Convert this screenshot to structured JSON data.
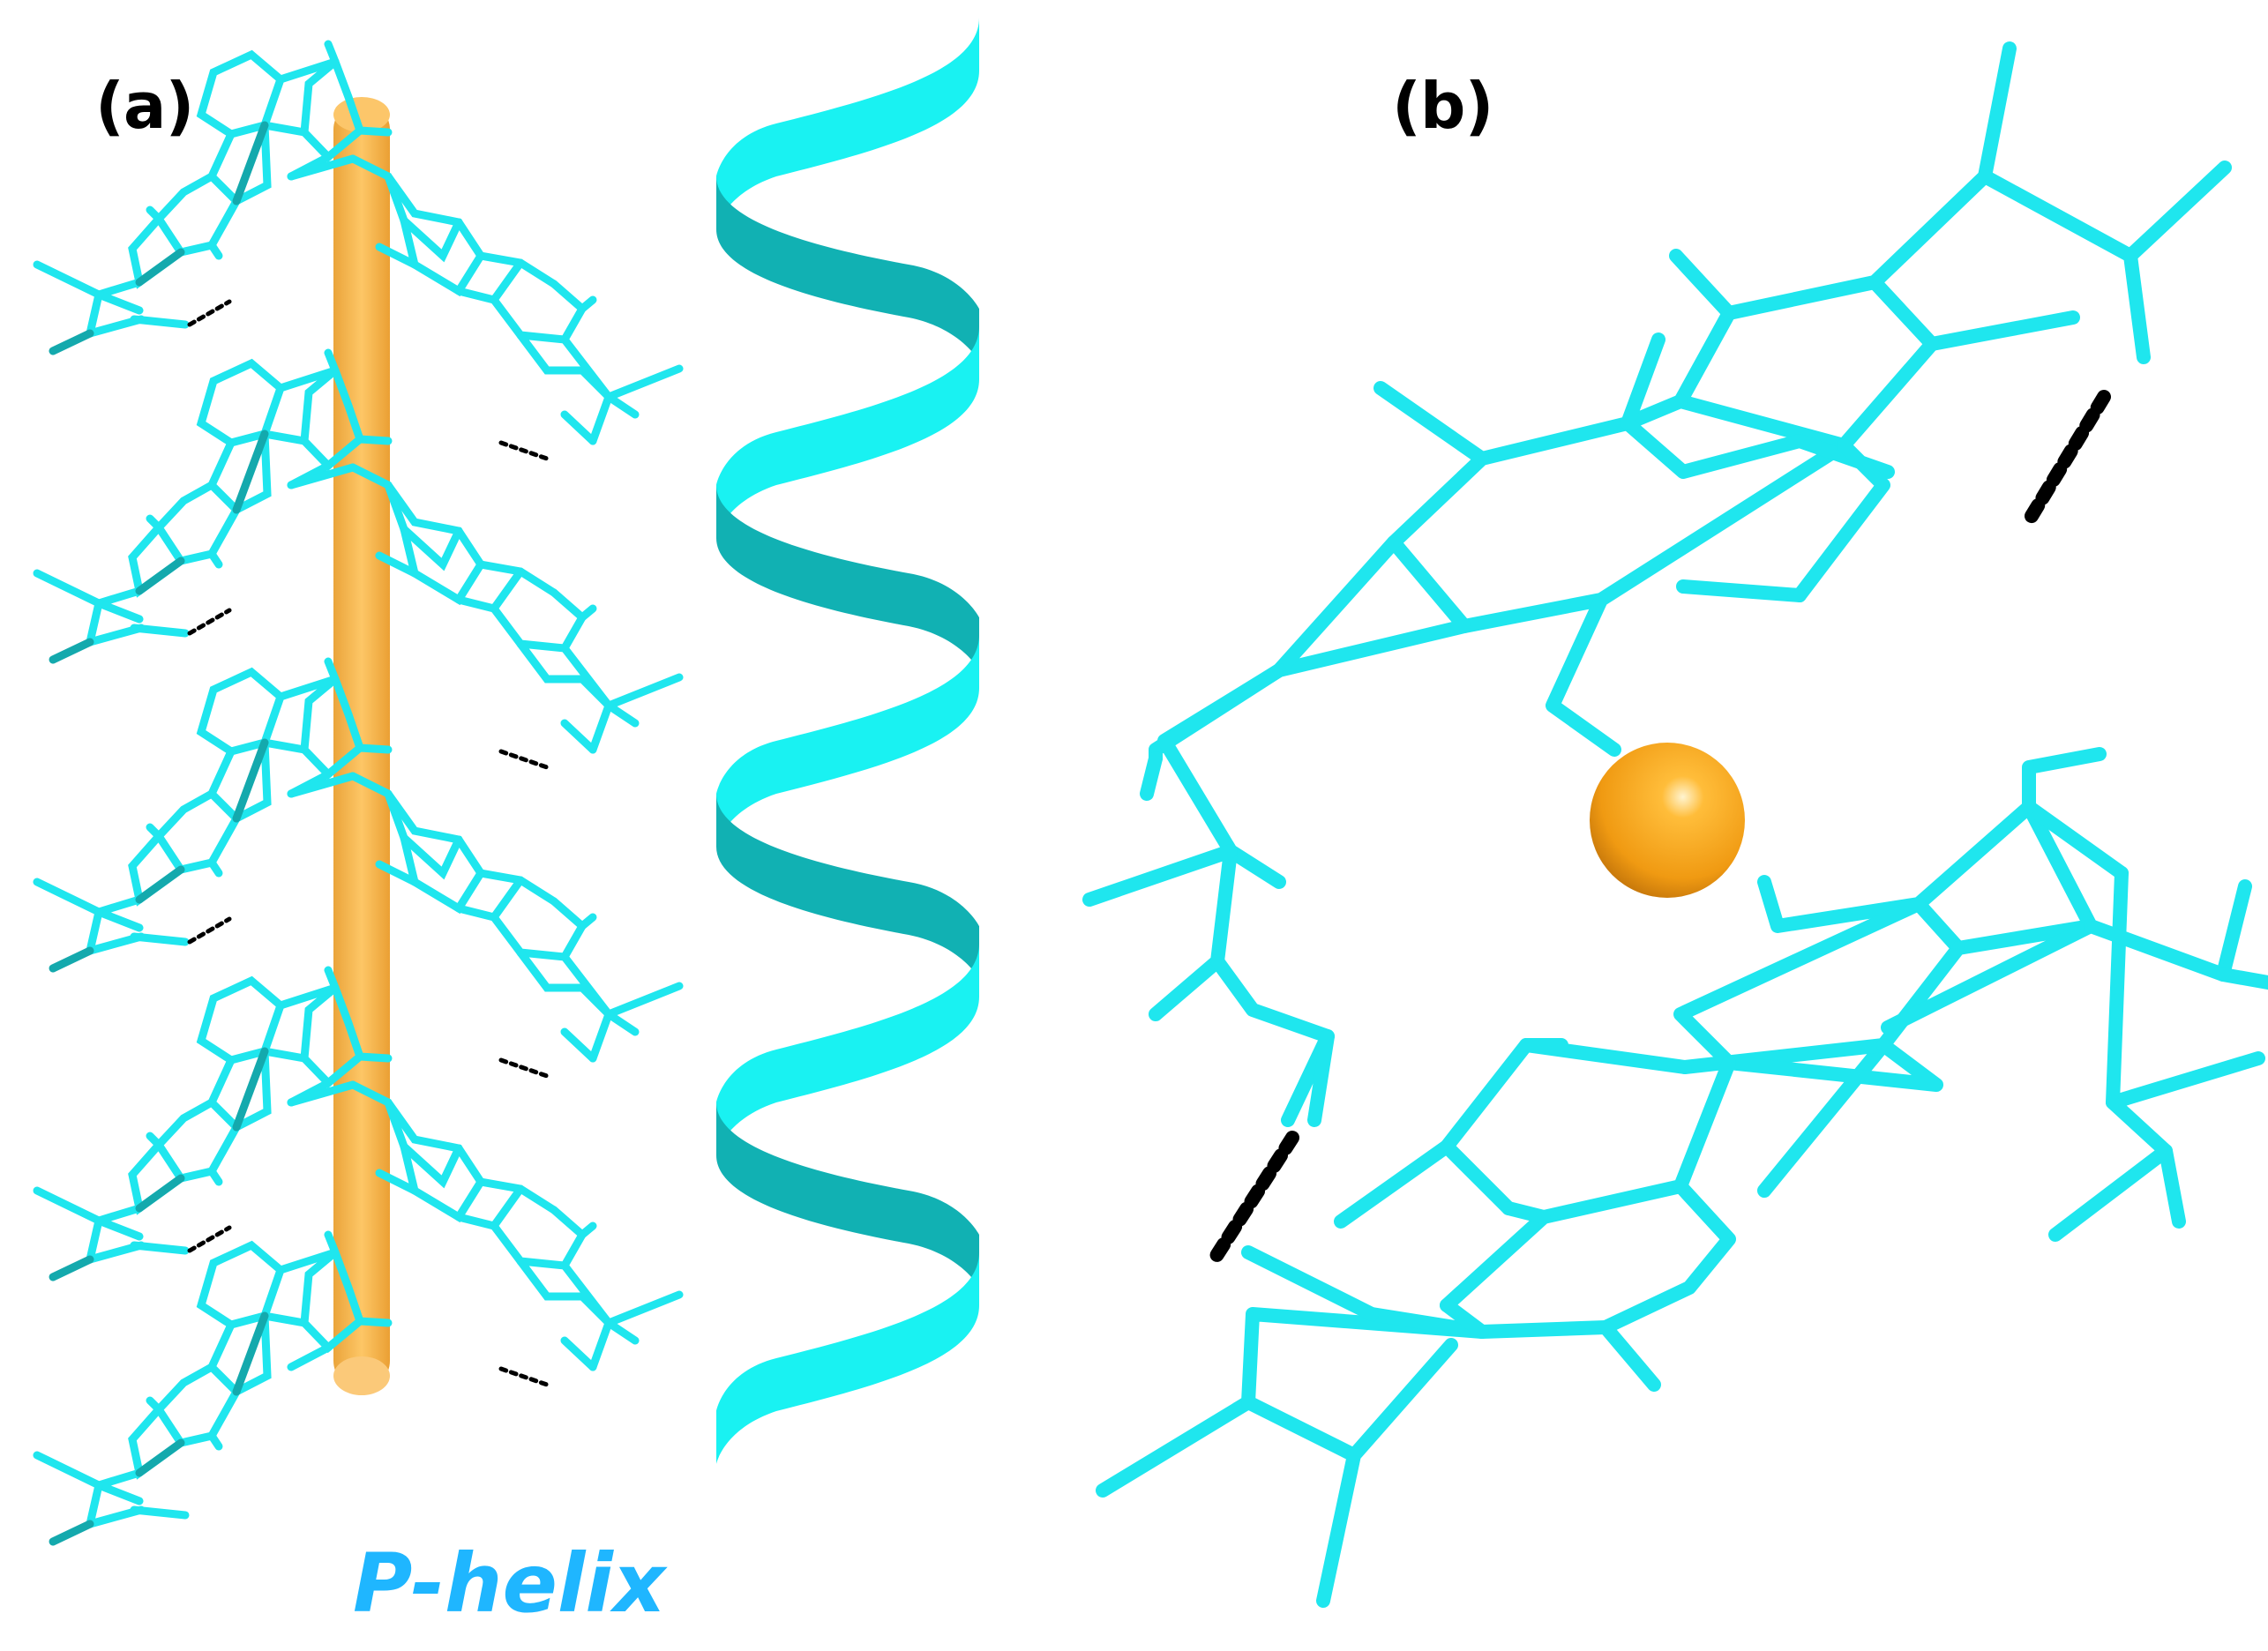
{
  "panels": {
    "a": {
      "label": "(a)"
    },
    "b": {
      "label": "(b)"
    }
  },
  "helix_caption": "P-helix",
  "colors": {
    "molecule": "#1fe6ee",
    "molecule_shade": "#14a9ad",
    "axis_rod": "#f9ae33",
    "hbond": "#000000",
    "ribbon": "#19f2f2",
    "ribbon_shade": "#11b1b3",
    "sphere": "#f5a31a"
  }
}
